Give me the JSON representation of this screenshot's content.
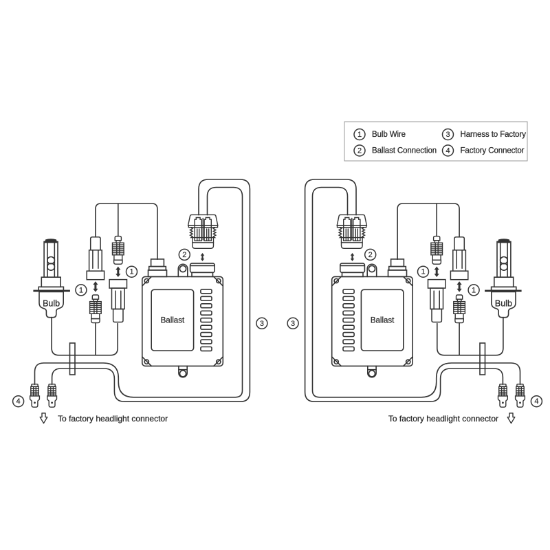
{
  "colors": {
    "ink": "#333333",
    "text": "#262626",
    "legend_border": "#999999",
    "background": "#ffffff"
  },
  "legend": {
    "items": [
      {
        "num": "1",
        "label": "Bulb Wire"
      },
      {
        "num": "2",
        "label": "Ballast Connection"
      },
      {
        "num": "3",
        "label": "Harness to Factory"
      },
      {
        "num": "4",
        "label": "Factory Connector"
      }
    ]
  },
  "diagram": {
    "bulb_label": "Bulb",
    "ballast_label": "Ballast",
    "caption": "To factory headlight connector",
    "callouts": {
      "bulb_wire": "1",
      "ballast_connection": "2",
      "harness_to_factory": "3",
      "factory_connector": "4"
    }
  }
}
